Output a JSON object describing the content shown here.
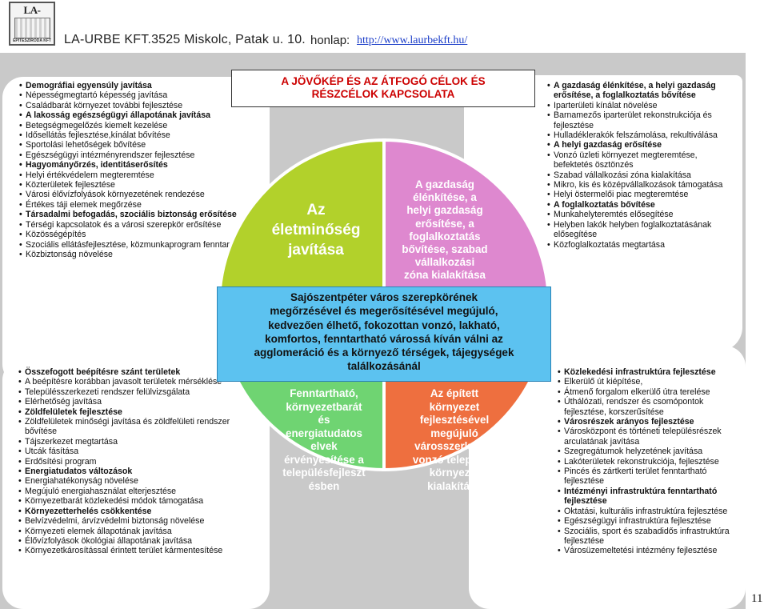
{
  "header": {
    "logo_text": "LA-URBE",
    "logo_subtext": "ÉPÍTÉSZIRODA KFT",
    "company": "LA-URBE KFT.3525 Miskolc, Patak u. 10.",
    "homepage_label": "honlap:",
    "homepage_url": "http://www.laurbekft.hu/"
  },
  "title": {
    "line1": "A JÖVŐKÉP ÉS AZ ÁTFOGÓ CÉLOK ÉS",
    "line2": "RÉSZCÉLOK KAPCSOLATA"
  },
  "colors": {
    "background_frame": "#c9c9c9",
    "title_red": "#cc0000",
    "segment_top_left": "#b2d12b",
    "segment_top_right": "#de88cf",
    "segment_bottom_left": "#6fd472",
    "segment_bottom_right": "#ee6f3f",
    "vision_box": "#5cc2f0"
  },
  "circle": {
    "top_left": [
      "Az",
      "életminőség",
      "javítása"
    ],
    "top_right": [
      "A gazdaság",
      "élénkítése, a",
      "helyi gazdaság",
      "erősítése, a",
      "foglalkoztatás",
      "bővítése, szabad",
      "vállalkozási",
      "zóna kialakítása"
    ],
    "bottom_left": [
      "Fenntartható,",
      "környezetbarát",
      "és",
      "energiatudatos",
      "elvek",
      "érvényesítése a",
      "településfejleszt",
      "ésben"
    ],
    "bottom_right": [
      "Az épített",
      "környezet",
      "fejlesztésével",
      "megújuló",
      "városszerkezet,",
      "vonzó települési",
      "környezet",
      "kialakítása"
    ]
  },
  "vision": {
    "lines": [
      "Sajószentpéter város szerepkörének",
      "megőrzésével és megerősítésével megújuló,",
      "kedvezően élhető, fokozottan vonzó, lakható,",
      "komfortos, fenntartható várossá kíván válni az",
      "agglomeráció és a környező térségek, tájegységek",
      "találkozásánál"
    ]
  },
  "lists": {
    "top_left": [
      {
        "text": "Demográfiai egyensúly javítása",
        "bold": true
      },
      {
        "text": "Népességmegtartó képesség javítása",
        "bold": false
      },
      {
        "text": "Családbarát környezet további fejlesztése",
        "bold": false
      },
      {
        "text": "A lakosság egészségügyi állapotának javítása",
        "bold": true
      },
      {
        "text": "Betegségmegelőzés kiemelt kezelése",
        "bold": false
      },
      {
        "text": "Idősellátás fejlesztése,kínálat bővítése",
        "bold": false
      },
      {
        "text": "Sportolási lehetőségek bővítése",
        "bold": false
      },
      {
        "text": "Egészségügyi intézményrendszer fejlesztése",
        "bold": false
      },
      {
        "text": "Hagyományőrzés, identitáserősítés",
        "bold": true
      },
      {
        "text": "Helyi értékvédelem megteremtése",
        "bold": false
      },
      {
        "text": "Közterületek fejlesztése",
        "bold": false
      },
      {
        "text": "Városi élővízfolyások környezetének rendezése",
        "bold": false
      },
      {
        "text": "Értékes táji elemek megőrzése",
        "bold": false
      },
      {
        "text": "Társadalmi befogadás, szociális biztonság erősítése",
        "bold": true
      },
      {
        "text": "Térségi kapcsolatok és a városi szerepkör erősítése",
        "bold": false
      },
      {
        "text": "Közösségépítés",
        "bold": false
      },
      {
        "text": "Szociális ellátásfejlesztése, közmunkaprogram fenntartása",
        "bold": false
      },
      {
        "text": "Közbiztonság növelése",
        "bold": false
      }
    ],
    "bottom_left": [
      {
        "text": "Összefogott beépítésre szánt területek",
        "bold": true
      },
      {
        "text": "A beépítésre korábban javasolt területek mérséklése",
        "bold": false
      },
      {
        "text": "Településszerkezeti rendszer felülvizsgálata",
        "bold": false
      },
      {
        "text": "Elérhetőség javítása",
        "bold": false
      },
      {
        "text": "Zöldfelületek fejlesztése",
        "bold": true
      },
      {
        "text": "Zöldfelületek minőségi javítása és zöldfelületi rendszer bővítése",
        "bold": false
      },
      {
        "text": "Tájszerkezet megtartása",
        "bold": false
      },
      {
        "text": "Utcák fásítása",
        "bold": false
      },
      {
        "text": "Erdősítési program",
        "bold": false
      },
      {
        "text": "Energiatudatos változások",
        "bold": true
      },
      {
        "text": "Energiahatékonyság növelése",
        "bold": false
      },
      {
        "text": "Megújuló energiahasználat elterjesztése",
        "bold": false
      },
      {
        "text": "Környezetbarát közlekedési módok támogatása",
        "bold": false
      },
      {
        "text": "Környezetterhelés csökkentése",
        "bold": true
      },
      {
        "text": "Belvízvédelmi, árvízvédelmi biztonság növelése",
        "bold": false
      },
      {
        "text": "Környezeti elemek állapotának javítása",
        "bold": false
      },
      {
        "text": "Élővízfolyások ökológiai állapotának javítása",
        "bold": false
      },
      {
        "text": "Környezetkárosítással érintett terület kármentesítése",
        "bold": false
      }
    ],
    "top_right": [
      {
        "text": "A gazdaság élénkítése, a helyi gazdaság erősítése, a foglalkoztatás bővítése",
        "bold": true
      },
      {
        "text": "Iparterületi kínálat növelése",
        "bold": false
      },
      {
        "text": "Barnamezős iparterület rekonstrukciója és fejlesztése",
        "bold": false
      },
      {
        "text": "Hulladéklerakók felszámolása, rekultiválása",
        "bold": false
      },
      {
        "text": "A helyi gazdaság erősítése",
        "bold": true
      },
      {
        "text": "Vonzó üzleti környezet megteremtése, befektetés ösztönzés",
        "bold": false
      },
      {
        "text": "Szabad vállalkozási zóna kialakítása",
        "bold": false
      },
      {
        "text": "Mikro, kis és középvállalkozások támogatása",
        "bold": false
      },
      {
        "text": "Helyi östermelői piac megteremtése",
        "bold": false
      },
      {
        "text": "A foglalkoztatás bővítése",
        "bold": true
      },
      {
        "text": "Munkahelyteremtés elősegítése",
        "bold": false
      },
      {
        "text": "Helyben lakók helyben foglalkoztatásának elősegítése",
        "bold": false
      },
      {
        "text": "Közfoglalkoztatás megtartása",
        "bold": false
      }
    ],
    "bottom_right": [
      {
        "text": "Közlekedési infrastruktúra fejlesztése",
        "bold": true
      },
      {
        "text": "Elkerülő út kiépítése,",
        "bold": false
      },
      {
        "text": "Átmenő forgalom elkerülő útra terelése",
        "bold": false
      },
      {
        "text": "Úthálózati, rendszer és csomópontok fejlesztése, korszerűsítése",
        "bold": false
      },
      {
        "text": "Városrészek arányos fejlesztése",
        "bold": true
      },
      {
        "text": "Városközpont és történeti településrészek arculatának javítása",
        "bold": false
      },
      {
        "text": "Szegregátumok helyzetének javítása",
        "bold": false
      },
      {
        "text": "Lakóterületek rekonstrukciója, fejlesztése",
        "bold": false
      },
      {
        "text": "Pincés és zártkerti terület fenntartható fejlesztése",
        "bold": false
      },
      {
        "text": "Intézményi infrastruktúra fenntartható fejlesztése",
        "bold": true
      },
      {
        "text": "Oktatási, kulturális infrastruktúra fejlesztése",
        "bold": false
      },
      {
        "text": "Egészségügyi infrastruktúra fejlesztése",
        "bold": false
      },
      {
        "text": "Szociális, sport és szabadidős infrastruktúra fejlesztése",
        "bold": false
      },
      {
        "text": "Városüzemeltetési intézmény fejlesztése",
        "bold": false
      }
    ]
  },
  "page_number": "11"
}
